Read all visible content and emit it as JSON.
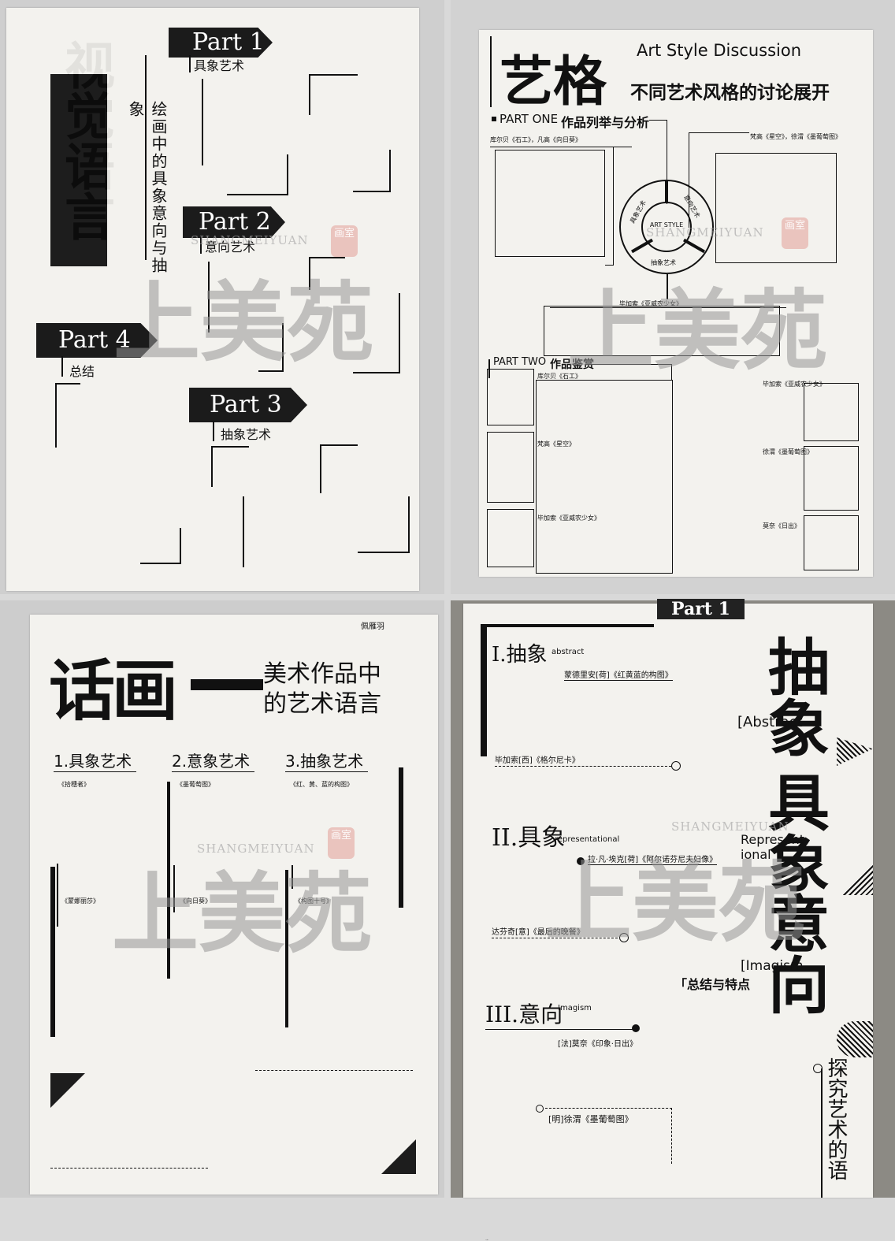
{
  "watermark": {
    "text": "上美苑",
    "latin": "SHANGMEIYUAN",
    "seal": "画室"
  },
  "panel1": {
    "title": "视觉语言",
    "subtitle": "绘画中的具象意向与抽象",
    "parts": [
      {
        "label": "Part 1",
        "sub": "具象艺术"
      },
      {
        "label": "Part 2",
        "sub": "意向艺术"
      },
      {
        "label": "Part 3",
        "sub": "抽象艺术"
      },
      {
        "label": "Part 4",
        "sub": "总结"
      }
    ]
  },
  "panel2": {
    "title": "艺格",
    "title_en": "Art Style Discussion",
    "subtitle": "不同艺术风格的讨论展开",
    "part_one": "PART ONE",
    "part_one_title": "作品列举与分析",
    "part_two": "PART TWO",
    "part_two_title": "作品鉴赏",
    "circle_center": "ART STYLE",
    "circle_segments": [
      "具象艺术",
      "意向艺术",
      "抽象艺术"
    ],
    "notes": [
      "库尔贝《石工》，凡高《向日葵》",
      "梵高《星空》，徐渭《墨葡萄图》",
      "毕加索《亚威农少女》",
      "库尔贝《石工》",
      "梵高《星空》",
      "毕加索《亚威农少女》",
      "徐渭《墨葡萄图》",
      "莫奈《日出》",
      "库尔贝《石工》"
    ]
  },
  "panel3": {
    "author": "佩雁羽",
    "title": "话画",
    "subtitle_line1": "美术作品中",
    "subtitle_line2": "的艺术语言",
    "sections": [
      {
        "label": "1.具象艺术",
        "note": "《拾穗者》"
      },
      {
        "label": "2.意象艺术",
        "note": "《墨葡萄图》"
      },
      {
        "label": "3.抽象艺术",
        "note": "《红、黄、蓝的构图》"
      }
    ],
    "notes": [
      "《蒙娜丽莎》",
      "《向日葵》",
      "《构图十号》"
    ]
  },
  "panel4": {
    "top_label": "Part 1",
    "h1": "I.抽象",
    "h1_en": "abstract",
    "h2": "II.具象",
    "h2_en": "representational",
    "h3": "III.意向",
    "h3_en": "Imagism",
    "line1": "蒙德里安[荷]《红黄蓝的构图》",
    "line2": "毕加索[西]《格尔尼卡》",
    "line3": "拉·凡·埃克[荷]《阿尔诺芬尼夫妇像》",
    "line4": "达芬奇[意]《最后的晚餐》",
    "line5": "[法]莫奈《印象·日出》",
    "line6": "[明]徐渭《墨葡萄图》",
    "big1": "抽象",
    "big2": "具象",
    "big3": "意向",
    "en1": "[Abstract",
    "en2": "Represent ional",
    "en3": "[Imagism",
    "summary": "「总结与特点",
    "explore": "探究艺术的语"
  }
}
